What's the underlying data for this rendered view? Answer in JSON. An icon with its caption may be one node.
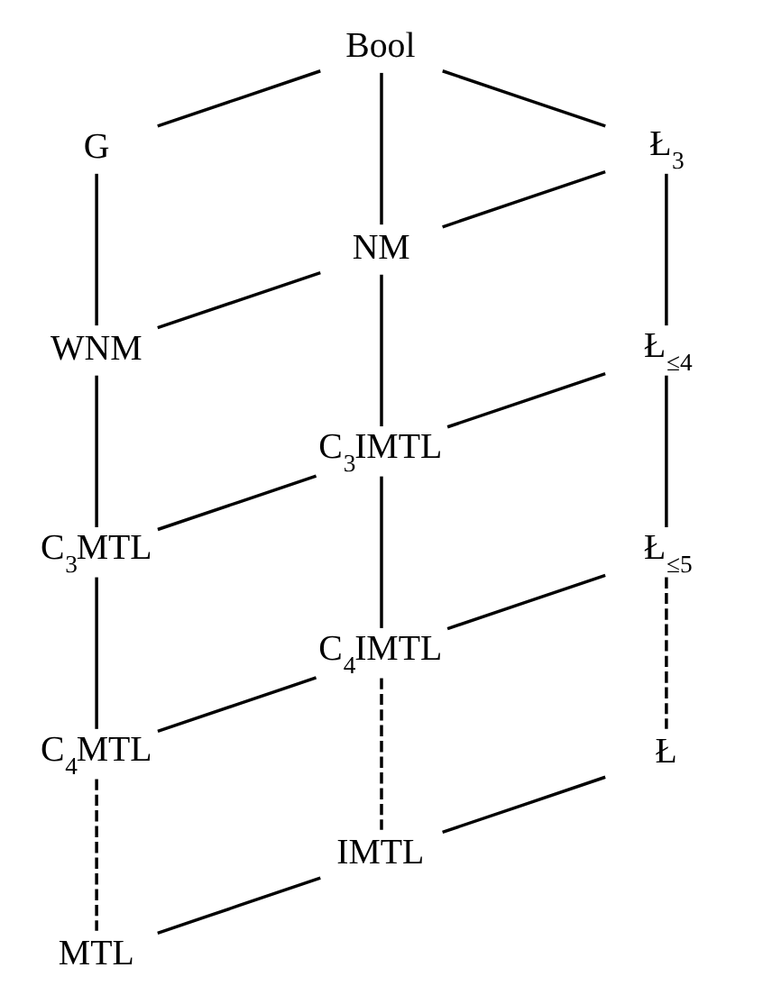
{
  "diagram": {
    "nodes": [
      {
        "text": [
          "Bool"
        ]
      },
      {
        "text": [
          "G"
        ]
      },
      {
        "text": [
          "Ł$_{3}$"
        ]
      },
      {
        "text": [
          "NM"
        ]
      },
      {
        "text": [
          "WNM"
        ]
      },
      {
        "text": [
          "Ł$_{≤4}$"
        ]
      },
      {
        "text": [
          "C$_{3}$IMTL"
        ]
      },
      {
        "text": [
          "C$_{3}$MTL"
        ]
      },
      {
        "text": [
          "Ł$_{≤5}$"
        ]
      },
      {
        "text": [
          "C$_{4}$IMTL"
        ]
      },
      {
        "text": [
          "C$_{4}$MTL"
        ]
      },
      {
        "text": [
          "Ł"
        ]
      },
      {
        "text": [
          "IMTL"
        ]
      },
      {
        "text": [
          "MTL"
        ]
      }
    ],
    "edges": [
      {
        "from": 0,
        "to": 1,
        "arrow": "none"
      },
      {
        "from": 0,
        "to": 3,
        "arrow": "none"
      },
      {
        "from": 0,
        "to": 2,
        "arrow": "none"
      },
      {
        "from": 1,
        "to": 4,
        "arrow": "none"
      },
      {
        "from": 2,
        "to": 3,
        "arrow": "none"
      },
      {
        "from": 2,
        "to": 5,
        "arrow": "none"
      },
      {
        "from": 3,
        "to": 4,
        "arrow": "none"
      },
      {
        "from": 3,
        "to": 6,
        "arrow": "none"
      },
      {
        "from": 4,
        "to": 7,
        "arrow": "none"
      },
      {
        "from": 5,
        "to": 6,
        "arrow": "none"
      },
      {
        "from": 5,
        "to": 8,
        "arrow": "none"
      },
      {
        "from": 6,
        "to": 7,
        "arrow": "none"
      },
      {
        "from": 6,
        "to": 9,
        "arrow": "none"
      },
      {
        "from": 7,
        "to": 10,
        "arrow": "none"
      },
      {
        "from": 8,
        "to": 9,
        "arrow": "none"
      },
      {
        "from": 8,
        "to": 11,
        "arrow": "none",
        "style": "dashed"
      },
      {
        "from": 9,
        "to": 10,
        "arrow": "none"
      },
      {
        "from": 9,
        "to": 12,
        "arrow": "none",
        "style": "dashed"
      },
      {
        "from": 10,
        "to": 13,
        "arrow": "none",
        "style": "dashed"
      },
      {
        "from": 11,
        "to": 12,
        "arrow": "none"
      },
      {
        "from": 12,
        "to": 13,
        "arrow": "none"
      }
    ]
  }
}
